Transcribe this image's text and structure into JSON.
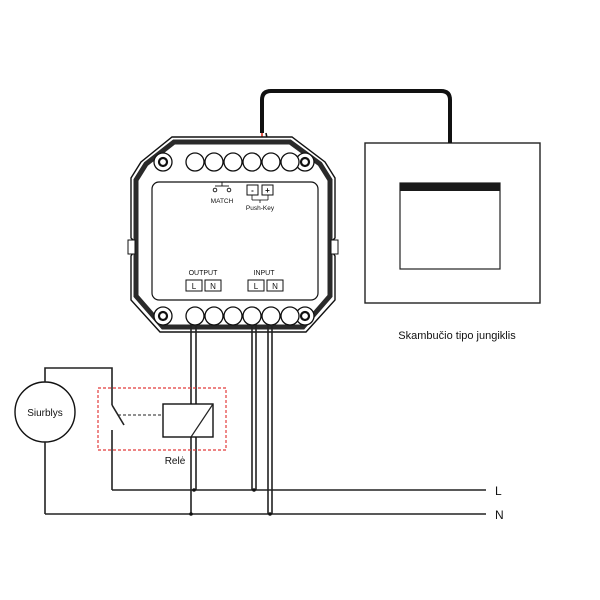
{
  "module": {
    "match_label": "MATCH",
    "push_key_label": "Push-Key",
    "push_minus": "-",
    "push_plus": "+",
    "output_label": "OUTPUT",
    "input_label": "INPUT",
    "output_terminals": [
      "L",
      "N"
    ],
    "input_terminals": [
      "L",
      "N"
    ]
  },
  "switch": {
    "caption": "Skambučio tipo jungiklis"
  },
  "pump": {
    "label": "Siurblys"
  },
  "relay": {
    "label": "Relė"
  },
  "lines": {
    "live": "L",
    "neutral": "N"
  },
  "colors": {
    "signal_wire": "#e0301e",
    "relay_frame": "#e23b3b",
    "ink": "#111111",
    "switch_bar": "#1a1a1a"
  }
}
